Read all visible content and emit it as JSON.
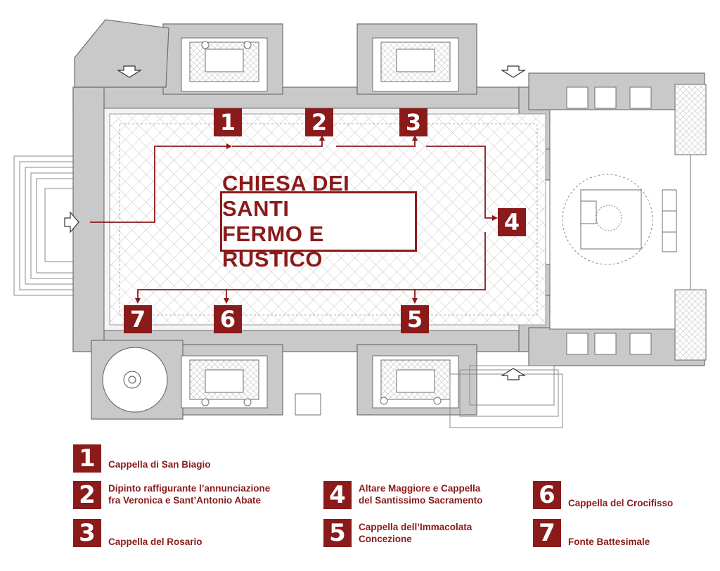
{
  "title": {
    "line1": "CHIESA DEI SANTI",
    "line2": "FERMO E RUSTICO"
  },
  "colors": {
    "accent": "#8b1a1a",
    "wall": "#c9c9c9",
    "line": "#6f6f6f"
  },
  "markers": [
    "1",
    "2",
    "3",
    "4",
    "5",
    "6",
    "7"
  ],
  "legend": [
    {
      "number": "1",
      "line1": "Cappella di San Biagio",
      "line2": ""
    },
    {
      "number": "2",
      "line1": "Dipinto raffigurante l’annunciazione",
      "line2": "fra Veronica e Sant’Antonio Abate"
    },
    {
      "number": "3",
      "line1": "Cappella del Rosario",
      "line2": ""
    },
    {
      "number": "4",
      "line1": "Altare Maggiore e Cappella",
      "line2": "del Santissimo Sacramento"
    },
    {
      "number": "5",
      "line1": "Cappella dell’Immacolata",
      "line2": "Concezione"
    },
    {
      "number": "6",
      "line1": "Cappella del Crocifisso",
      "line2": ""
    },
    {
      "number": "7",
      "line1": "Fonte Battesimale",
      "line2": ""
    }
  ]
}
